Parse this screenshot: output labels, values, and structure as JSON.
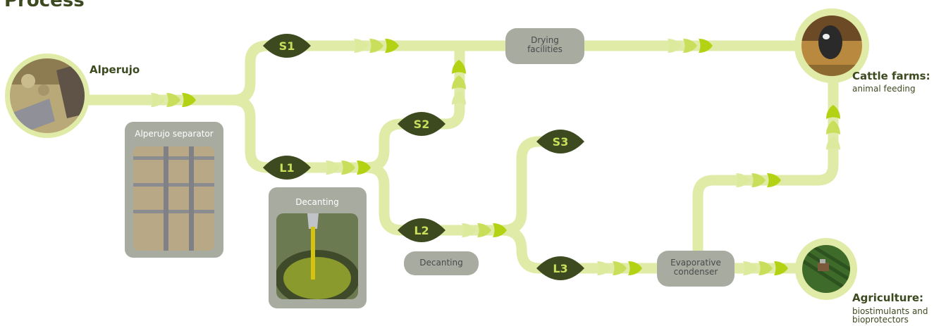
{
  "page": {
    "title": "Process"
  },
  "sources": [
    {
      "id": "alperujo",
      "label": "Alperujo",
      "icon": "alperujo-photo"
    }
  ],
  "stages": [
    {
      "id": "alperujo-separator",
      "label": "Alperujo separator",
      "icon": "separator-photo"
    },
    {
      "id": "decanting-1",
      "label": "Decanting",
      "icon": "decanting-oil-photo"
    },
    {
      "id": "decanting-2",
      "label": "Decanting"
    },
    {
      "id": "drying",
      "label": [
        "Drying",
        "facilities"
      ]
    },
    {
      "id": "evaporative",
      "label": [
        "Evaporative",
        "condenser"
      ]
    }
  ],
  "nodes": [
    "S1",
    "L1",
    "S2",
    "L2",
    "S3",
    "L3"
  ],
  "destinations": [
    {
      "id": "cattle",
      "title": "Cattle farms:",
      "subtitle": [
        "animal feeding"
      ],
      "icon": "goat-photo"
    },
    {
      "id": "agri",
      "title": "Agriculture:",
      "subtitle": [
        "biostimulants and",
        "bioprotectors"
      ],
      "icon": "tractor-field-photo"
    }
  ],
  "colors": {
    "pipe": "#dfeba6",
    "pipe_dark": "#d0e17e",
    "arrow_light": "#dcea9e",
    "arrow_mid": "#c9df5b",
    "arrow_strong": "#b4d214",
    "node": "#3d4a20",
    "node_text": "#c9df5b",
    "box": "#a8aba0",
    "text_dark": "#3d4a20"
  }
}
